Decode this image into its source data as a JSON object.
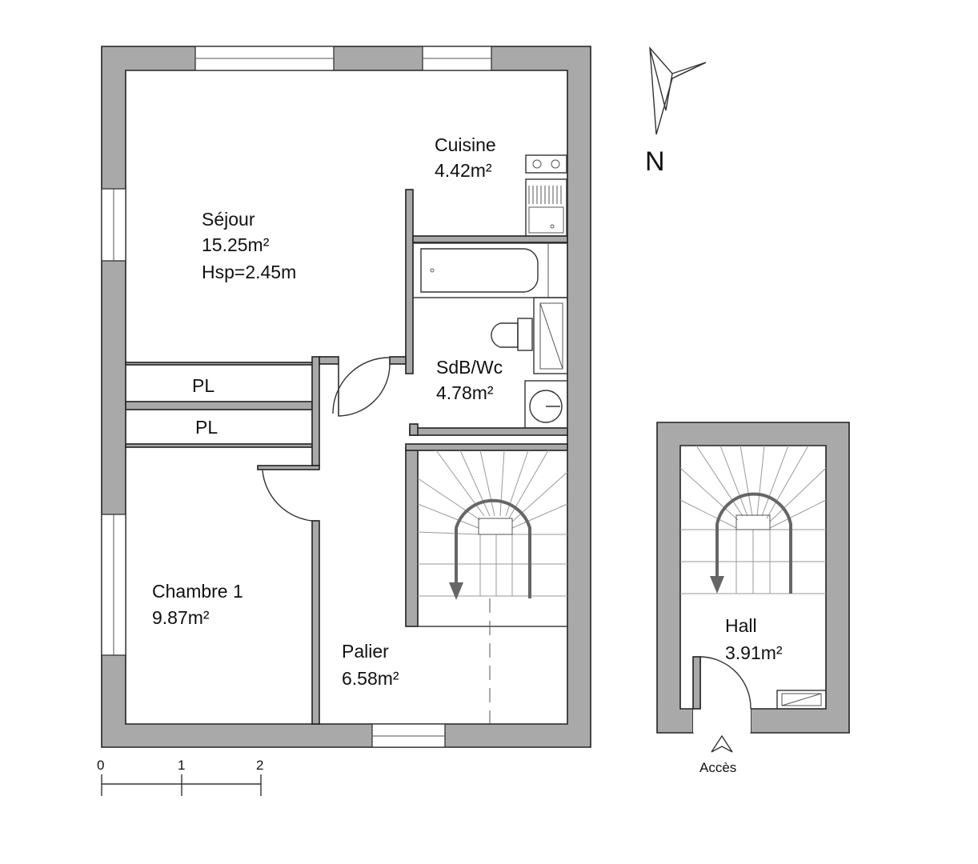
{
  "rooms": {
    "sejour": {
      "name": "Séjour",
      "area": "15.25m²",
      "height": "Hsp=2.45m"
    },
    "cuisine": {
      "name": "Cuisine",
      "area": "4.42m²"
    },
    "sdb": {
      "name": "SdB/Wc",
      "area": "4.78m²"
    },
    "chambre": {
      "name": "Chambre 1",
      "area": "9.87m²"
    },
    "palier": {
      "name": "Palier",
      "area": "6.58m²"
    },
    "hall": {
      "name": "Hall",
      "area": "3.91m²"
    },
    "placard1": "PL",
    "placard2": "PL"
  },
  "compass": {
    "label": "N"
  },
  "access": {
    "label": "Accès"
  },
  "scale": {
    "ticks": [
      "0",
      "1",
      "2"
    ]
  },
  "colors": {
    "wall_fill": "#a9a9a9",
    "wall_stroke": "#222222",
    "arrow": "#666666"
  }
}
